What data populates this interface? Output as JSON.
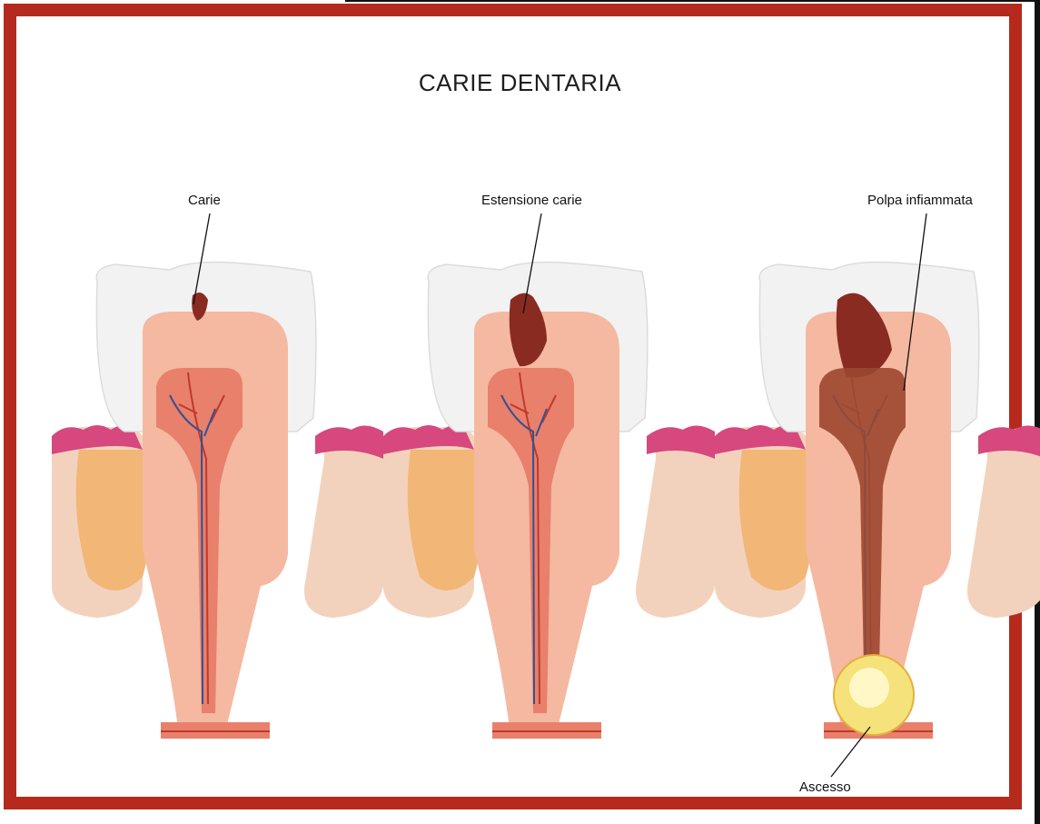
{
  "title": "CARIE DENTARIA",
  "labels": {
    "stage1": "Carie",
    "stage2": "Estensione carie",
    "stage3": "Polpa infiammata",
    "abscess": "Ascesso"
  },
  "colors": {
    "frame": "#b52a1d",
    "enamel": "#f2f2f2",
    "dentin": "#f4b9a0",
    "pulp": "#e8806c",
    "inflamed_pulp": "#9a4a33",
    "gum": "#d6487e",
    "bone": "#f3d2bd",
    "root_neighbor": "#f2b676",
    "caries": "#8a2b22",
    "abscess": "#f6e27a"
  }
}
